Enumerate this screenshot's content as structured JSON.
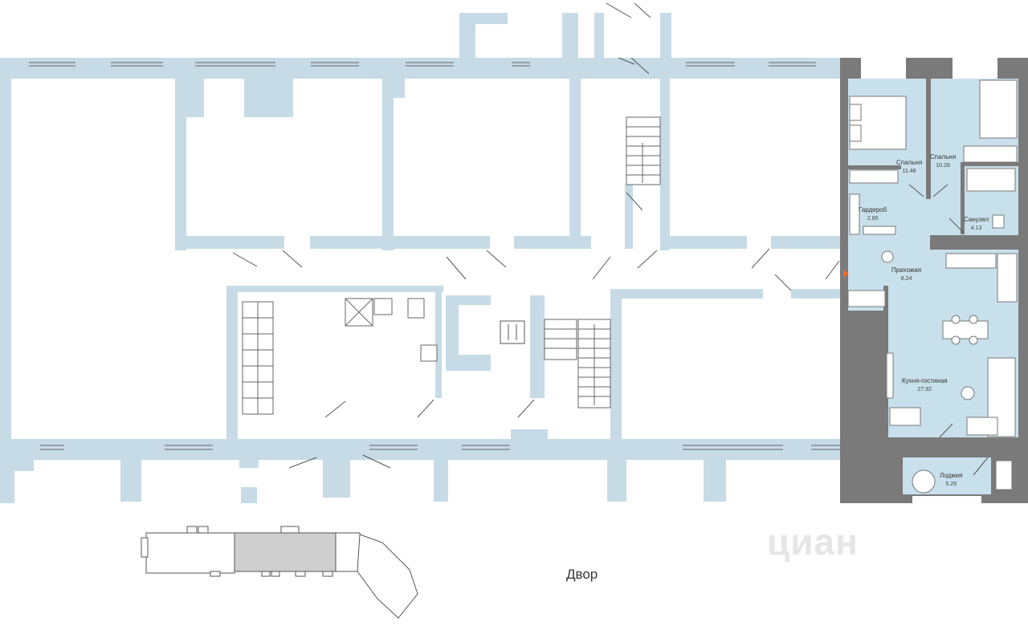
{
  "colors": {
    "wall": "#c6dbe6",
    "apartment_fill": "#c8e0ec",
    "apartment_wall": "#7a7a7a",
    "line": "#555555",
    "accent": "#f26b21",
    "minimap_highlight": "#cfcfcf"
  },
  "rooms": [
    {
      "name": "Спальня",
      "area": "11.48"
    },
    {
      "name": "Спальня",
      "area": "10.28"
    },
    {
      "name": "Гардероб",
      "area": "2.85"
    },
    {
      "name": "Санузел",
      "area": "4.13"
    },
    {
      "name": "Прихожая",
      "area": "8.24"
    },
    {
      "name": "Кухня-гостиная",
      "area": "27.92"
    },
    {
      "name": "Лоджия",
      "area": "5.29"
    }
  ],
  "yard_label": "Двор",
  "watermark": "циан",
  "icons": {
    "elevator": "elevator-icon",
    "entrance": "entrance-marker-icon",
    "stairs": "stairs-icon"
  }
}
